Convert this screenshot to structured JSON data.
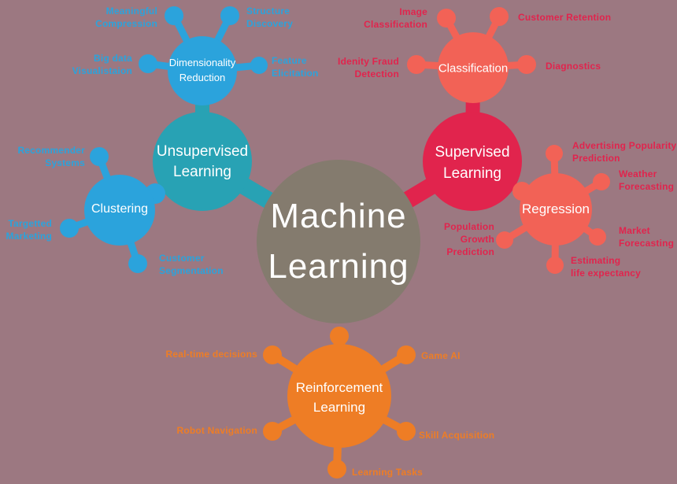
{
  "palette": {
    "background": "#9c7881",
    "center_gray": "#847b6e",
    "teal": "#28a2b4",
    "blue": "#2ba3dc",
    "crimson": "#e1244d",
    "salmon": "#f26256",
    "orange": "#ee7d25",
    "node_text": "#ffffff"
  },
  "diagram": {
    "center": {
      "label": "Machine\nLearning"
    },
    "unsupervised": {
      "label": "Unsupervised\nLearning",
      "dimensionality_reduction": {
        "label": "Dimensionality\nReduction",
        "leaves": {
          "meaningful_compression": "Meaningful\nCompression",
          "structure_discovery": "Structure\nDiscovery",
          "big_data_visualistaion": "Big data\nVisualistaion",
          "feature_elicitation": "Feature\nElicitation"
        }
      },
      "clustering": {
        "label": "Clustering",
        "leaves": {
          "recommender_systems": "Recommender\nSystems",
          "targetted_marketing": "Targetted\nMarketing",
          "customer_segmentation": "Customer\nSegmentation"
        }
      }
    },
    "supervised": {
      "label": "Supervised\nLearning",
      "classification": {
        "label": "Classification",
        "leaves": {
          "image_classification": "Image\nClassification",
          "customer_retention": "Customer Retention",
          "idenity_fraud_detection": "Idenity Fraud\nDetection",
          "diagnostics": "Diagnostics"
        }
      },
      "regression": {
        "label": "Regression",
        "leaves": {
          "advertising_popularity_prediction": "Advertising Popularity\nPrediction",
          "weather_forecasting": "Weather\nForecasting",
          "market_forecasting": "Market\nForecasting",
          "estimating_life_expectancy": "Estimating\nlife expectancy",
          "population_growth_prediction": "Population\nGrowth\nPrediction"
        }
      }
    },
    "reinforcement": {
      "label": "Reinforcement\nLearning",
      "leaves": {
        "real_time_decisions": "Real-time decisions",
        "game_ai": "Game AI",
        "robot_navigation": "Robot Navigation",
        "skill_acquisition": "Skill Acquisition",
        "learning_tasks": "Learning Tasks"
      }
    }
  }
}
